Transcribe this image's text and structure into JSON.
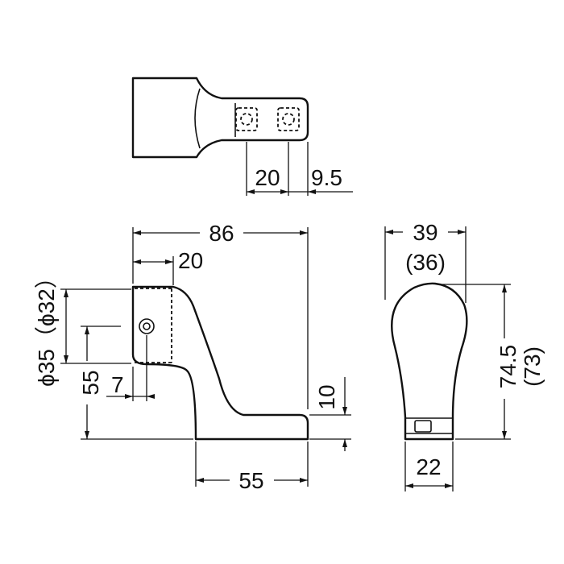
{
  "drawing": {
    "top_view": {
      "dim_hole_pitch": "20",
      "dim_hole_to_end": "9.5"
    },
    "front_view": {
      "dim_overall_length": "86",
      "dim_pipe_socket_length": "20",
      "dim_pipe_diameter": "ϕ35（ϕ32）",
      "dim_hole_height": "55",
      "dim_hole_offset": "7",
      "dim_base_thickness": "10",
      "dim_base_length": "55"
    },
    "side_view": {
      "dim_width": "39",
      "dim_width_alt": "(36)",
      "dim_height": "74.5",
      "dim_height_alt": "(73)",
      "dim_base_width": "22"
    }
  }
}
